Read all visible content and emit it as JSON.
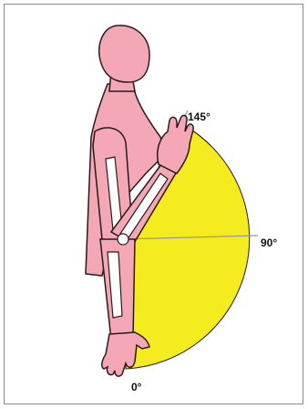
{
  "diagram": {
    "labels": {
      "flexion_max": "145°",
      "horizontal": "90°",
      "neutral": "0°"
    },
    "colors": {
      "arc_fill": "#f4ec1f",
      "body_fill": "#f4a7b5",
      "outline": "#2a1a1a",
      "bone_fill": "#ffffff",
      "reference_line": "#9a9a9a"
    }
  }
}
